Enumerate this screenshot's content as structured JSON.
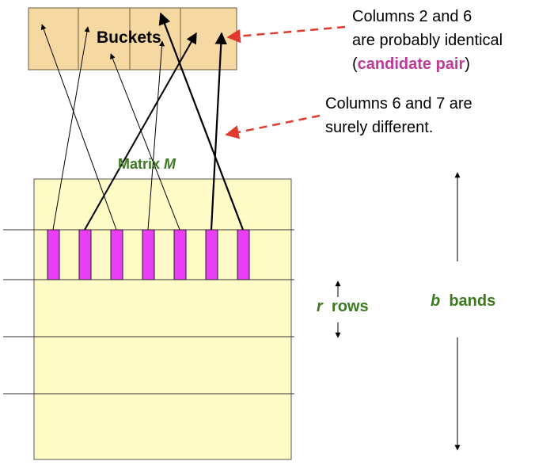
{
  "buckets": {
    "label": "Buckets",
    "count": 4,
    "fill": "#f6d9a2",
    "stroke": "#6b5b3e"
  },
  "matrix": {
    "label_prefix": "Matrix ",
    "label_var": "M",
    "fill": "#fffcc8",
    "band_columns": 7,
    "bands_drawn": 4,
    "column_fill": "#ea3ef2"
  },
  "annotations": {
    "identical_line1": "Columns 2 and 6",
    "identical_line2": "are probably identical",
    "identical_open": "(",
    "identical_highlight": "candidate pair",
    "identical_close": ")",
    "different_line1": "Columns 6 and 7 are",
    "different_line2": "surely different."
  },
  "rows_label": {
    "var": "r",
    "word": "rows"
  },
  "bands_label": {
    "var": "b",
    "word": "bands"
  },
  "colors": {
    "green_text": "#3b7a1f",
    "highlight": "#c0399a",
    "dashed_arrow": "#e03a2c"
  }
}
